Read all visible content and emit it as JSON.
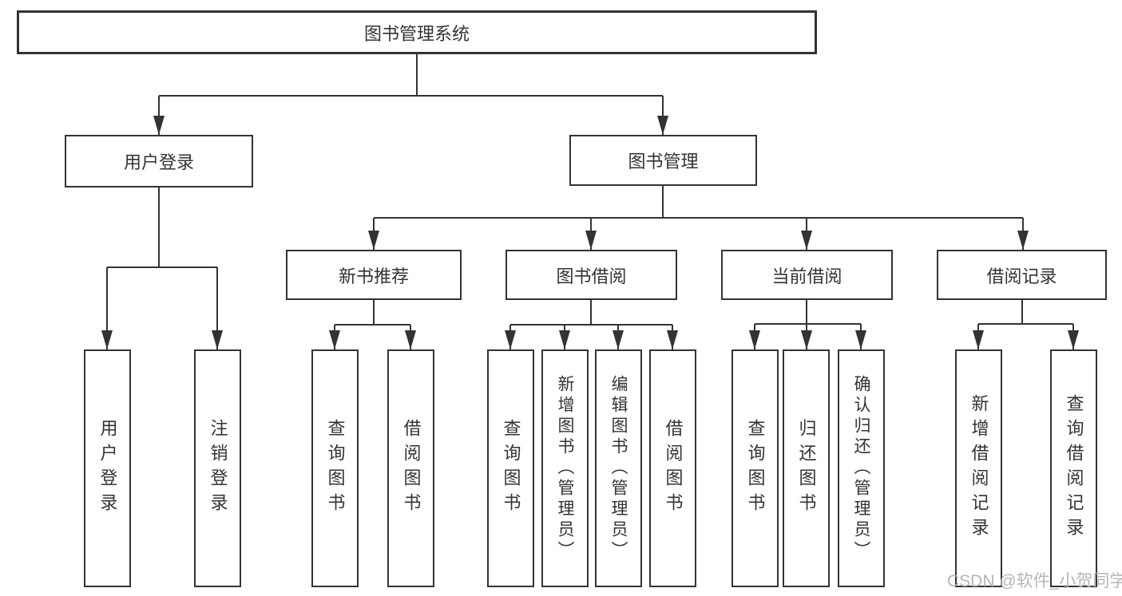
{
  "diagram": {
    "type": "hierarchy-tree",
    "tree": {
      "label": "图书管理系统",
      "children": [
        {
          "label": "用户登录",
          "children": [
            {
              "label": "用户登录"
            },
            {
              "label": "注销登录"
            }
          ]
        },
        {
          "label": "图书管理",
          "children": [
            {
              "label": "新书推荐",
              "children": [
                {
                  "label": "查询图书"
                },
                {
                  "label": "借阅图书"
                }
              ]
            },
            {
              "label": "图书借阅",
              "children": [
                {
                  "label": "查询图书"
                },
                {
                  "label": "新增图书（管理员）"
                },
                {
                  "label": "编辑图书（管理员）"
                },
                {
                  "label": "借阅图书"
                }
              ]
            },
            {
              "label": "当前借阅",
              "children": [
                {
                  "label": "查询图书"
                },
                {
                  "label": "归还图书"
                },
                {
                  "label": "确认归还（管理员）"
                }
              ]
            },
            {
              "label": "借阅记录",
              "children": [
                {
                  "label": "新增借阅记录"
                },
                {
                  "label": "查询借阅记录"
                }
              ]
            }
          ]
        }
      ]
    }
  },
  "watermark": {
    "text": "CSDN @软件_小贺同学"
  },
  "colors": {
    "line": "#333333",
    "box_border": "#333333",
    "text": "#333333",
    "background": "#ffffff",
    "watermark": "#b5b5b5"
  }
}
